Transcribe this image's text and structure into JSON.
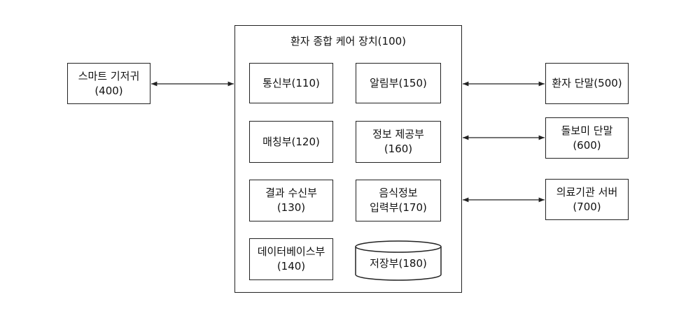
{
  "main_device": {
    "title": "환자 종합 케어 장치(100)",
    "modules": [
      {
        "lines": [
          "통신부(110)"
        ]
      },
      {
        "lines": [
          "매칭부(120)"
        ]
      },
      {
        "lines": [
          "결과 수신부",
          "(130)"
        ]
      },
      {
        "lines": [
          "데이터베이스부",
          "(140)"
        ]
      },
      {
        "lines": [
          "알림부(150)"
        ]
      },
      {
        "lines": [
          "정보 제공부",
          "(160)"
        ]
      },
      {
        "lines": [
          "음식정보",
          "입력부(170)"
        ]
      },
      {
        "lines": [
          "저장부(180)"
        ]
      }
    ]
  },
  "external": {
    "smart_diaper": {
      "lines": [
        "스마트 기저귀",
        "(400)"
      ]
    },
    "patient_terminal": {
      "lines": [
        "환자 단말(500)"
      ]
    },
    "caregiver_terminal": {
      "lines": [
        "돌보미 단말",
        "(600)"
      ]
    },
    "hospital_server": {
      "lines": [
        "의료기관 서버",
        "(700)"
      ]
    }
  }
}
